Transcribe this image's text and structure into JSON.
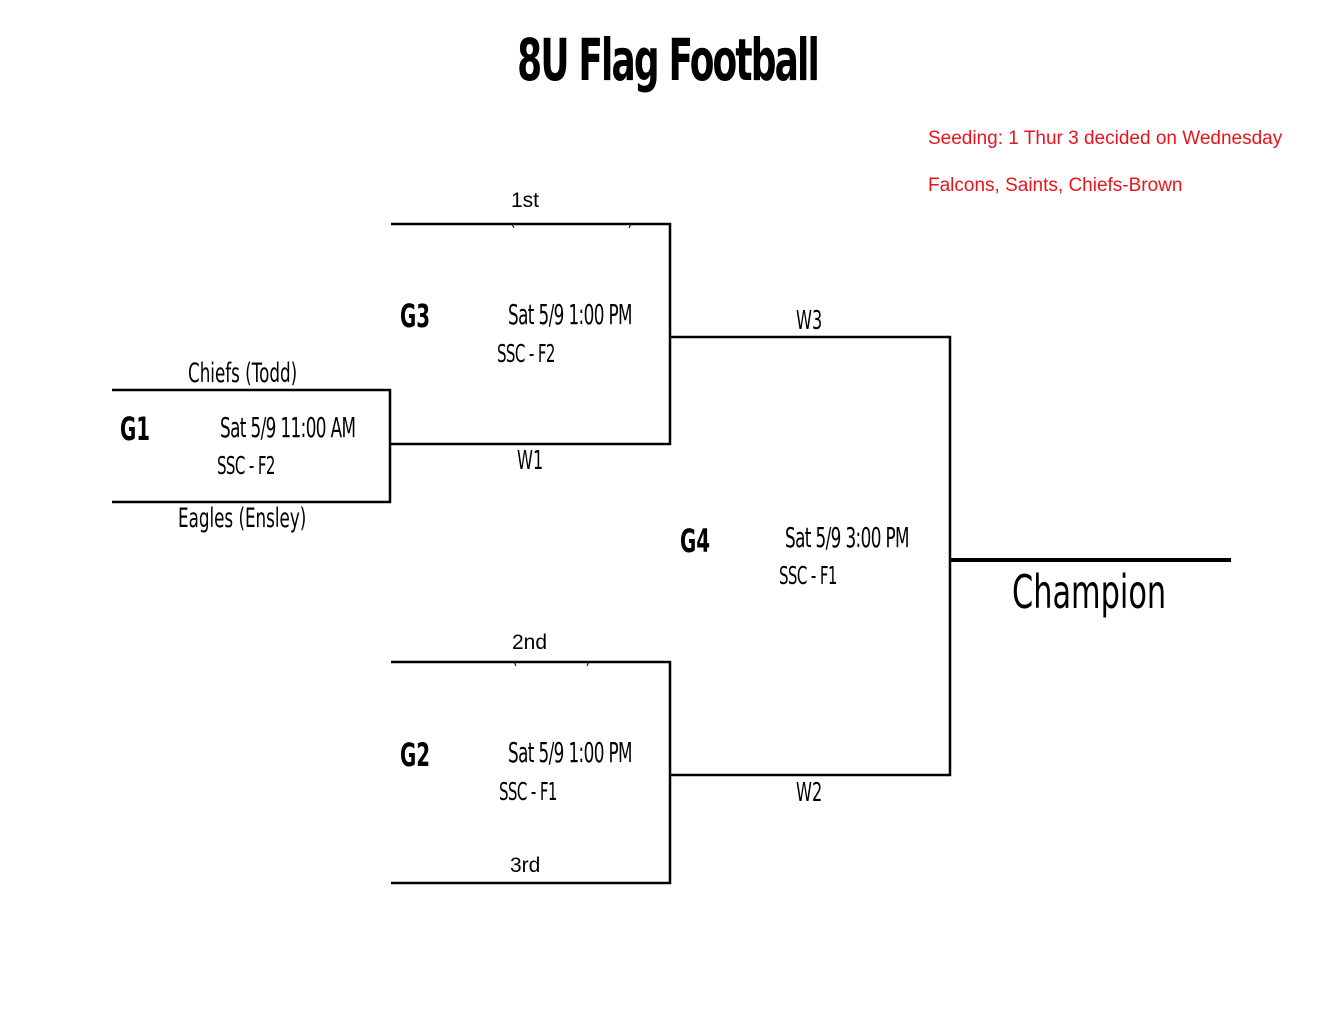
{
  "title": "8U Flag Football",
  "notes": {
    "seeding": "Seeding: 1 Thur 3 decided on Wednesday",
    "teams": "Falcons, Saints, Chiefs-Brown"
  },
  "games": {
    "g1": {
      "id": "G1",
      "time": "Sat 5/9 11:00 AM",
      "field": "SSC - F2",
      "top_team": "Chiefs (Todd)",
      "bottom_team": "Eagles (Ensley)"
    },
    "g2": {
      "id": "G2",
      "time": "Sat 5/9 1:00 PM",
      "field": "SSC - F1",
      "top_slot": "2nd",
      "bottom_slot": "3rd"
    },
    "g3": {
      "id": "G3",
      "time": "Sat 5/9 1:00 PM",
      "field": "SSC - F2",
      "top_slot": "1st",
      "bottom_slot": "W1"
    },
    "g4": {
      "id": "G4",
      "time": "Sat 5/9 3:00 PM",
      "field": "SSC - F1",
      "top_slot": "W3",
      "bottom_slot": "W2"
    }
  },
  "champion_label": "Champion",
  "colors": {
    "line": "#000000",
    "note": "#e8141b"
  }
}
